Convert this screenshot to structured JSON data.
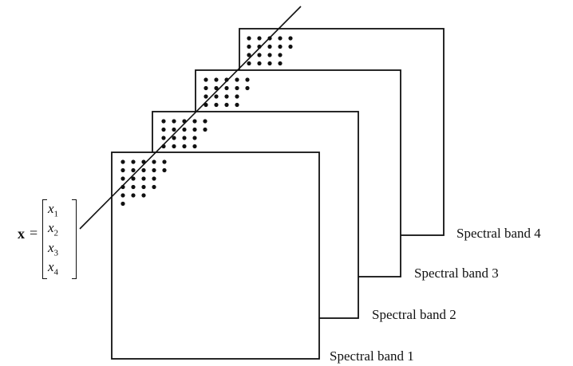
{
  "bands": [
    {
      "label": "Spectral band 1"
    },
    {
      "label": "Spectral band 2"
    },
    {
      "label": "Spectral band 3"
    },
    {
      "label": "Spectral band 4"
    }
  ],
  "pixel_vector": {
    "symbol": "x",
    "equals": "=",
    "entries": [
      {
        "var": "x",
        "sub": "1"
      },
      {
        "var": "x",
        "sub": "2"
      },
      {
        "var": "x",
        "sub": "3"
      },
      {
        "var": "x",
        "sub": "4"
      }
    ]
  }
}
